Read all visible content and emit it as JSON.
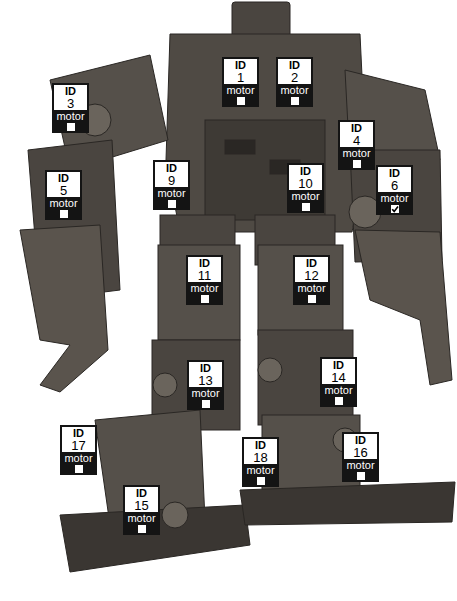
{
  "diagram": {
    "nodes": [
      {
        "text": [
          "ID",
          "1",
          "motor"
        ]
      },
      {
        "text": [
          "ID",
          "2",
          "motor"
        ]
      },
      {
        "text": [
          "ID",
          "3",
          "motor"
        ]
      },
      {
        "text": [
          "ID",
          "4",
          "motor"
        ]
      },
      {
        "text": [
          "ID",
          "5",
          "motor"
        ]
      },
      {
        "text": [
          "ID",
          "6",
          "motor"
        ]
      },
      {
        "text": [
          "ID",
          "9",
          "motor"
        ]
      },
      {
        "text": [
          "ID",
          "10",
          "motor"
        ]
      },
      {
        "text": [
          "ID",
          "11",
          "motor"
        ]
      },
      {
        "text": [
          "ID",
          "12",
          "motor"
        ]
      },
      {
        "text": [
          "ID",
          "13",
          "motor"
        ]
      },
      {
        "text": [
          "ID",
          "14",
          "motor"
        ]
      },
      {
        "text": [
          "ID",
          "15",
          "motor"
        ]
      },
      {
        "text": [
          "ID",
          "16",
          "motor"
        ]
      },
      {
        "text": [
          "ID",
          "17",
          "motor"
        ]
      },
      {
        "text": [
          "ID",
          "18",
          "motor"
        ]
      }
    ]
  }
}
